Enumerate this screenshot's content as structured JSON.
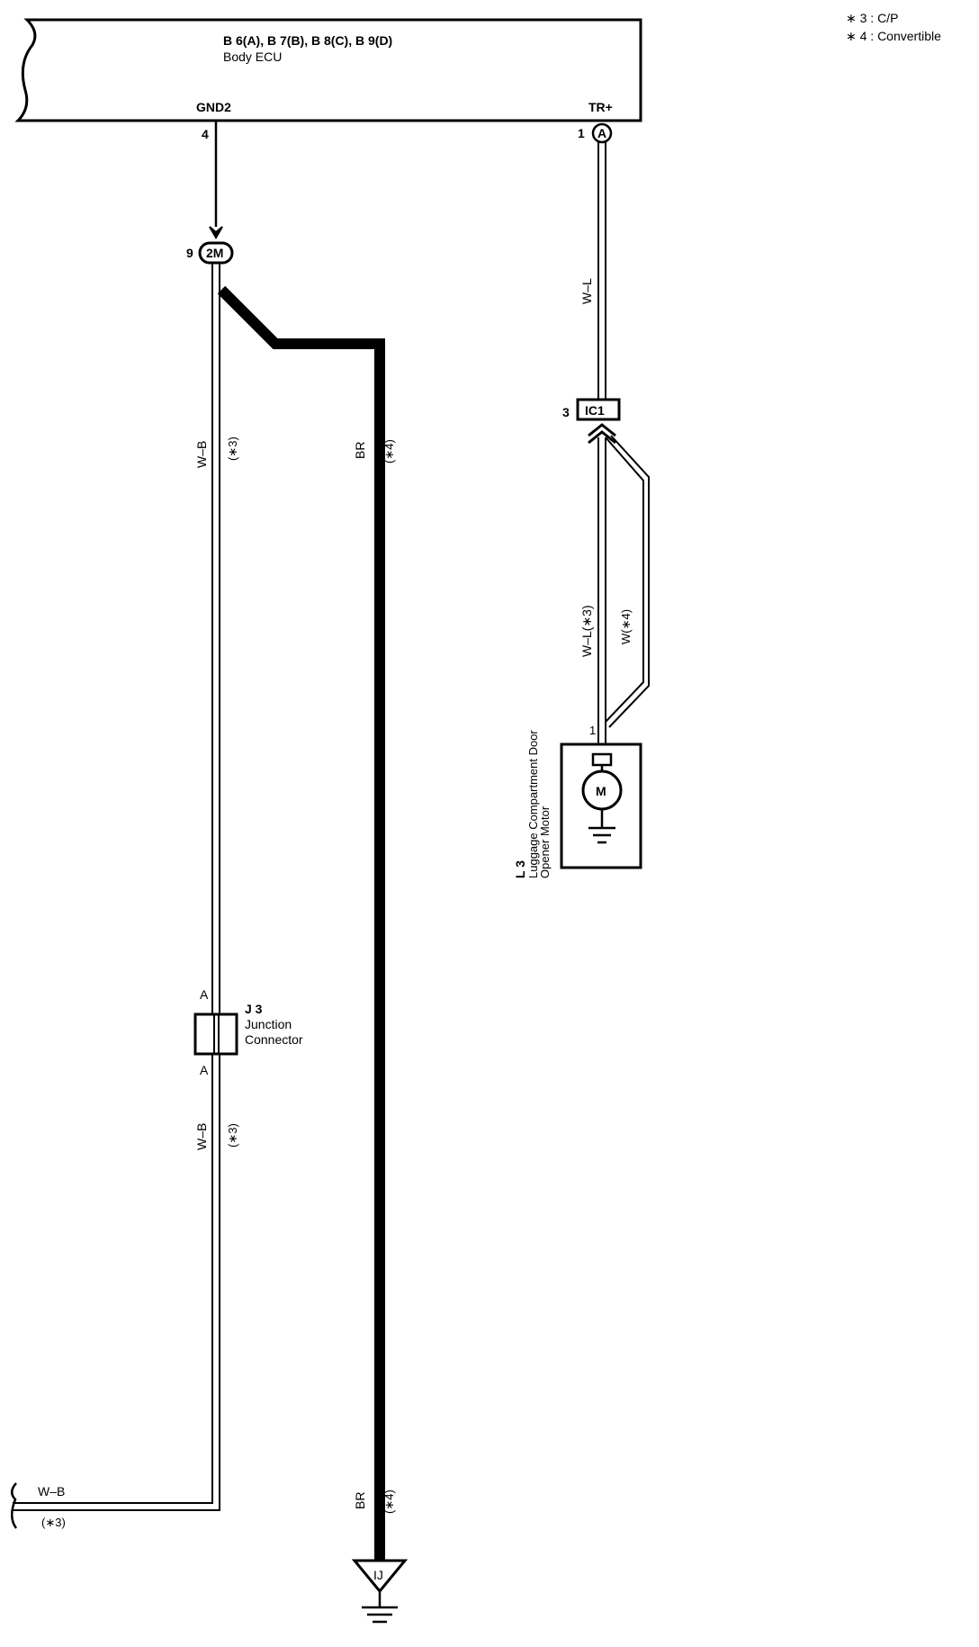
{
  "legend": {
    "note3": "∗ 3 : C/P",
    "note4": "∗ 4 : Convertible"
  },
  "ecu": {
    "connectors": "B 6(A), B 7(B), B 8(C), B 9(D)",
    "name": "Body ECU",
    "pin_gnd2_label": "GND2",
    "pin_gnd2_num": "4",
    "pin_tr_label": "TR+",
    "pin_tr_num": "1",
    "pin_tr_conn": "A"
  },
  "connector_2m": {
    "pin": "9",
    "id": "2M"
  },
  "connector_ic1": {
    "pin": "3",
    "id": "IC1"
  },
  "wires": {
    "wb_top": "W–B",
    "wb_top_note": "(∗3)",
    "br_top": "BR",
    "br_top_note": "(∗4)",
    "wl_top": "W–L",
    "wl_lower": "W–L(∗3)",
    "w_lower": "W(∗4)",
    "wb_mid": "W–B",
    "wb_mid_note": "(∗3)",
    "wb_left": "W–B",
    "wb_left_note": "(∗3)",
    "br_bottom": "BR",
    "br_bottom_note": "(∗4)"
  },
  "motor": {
    "id": "L 3",
    "name_line1": "Luggage Compartment Door",
    "name_line2": "Opener Motor",
    "pin": "1",
    "symbol": "M"
  },
  "junction": {
    "id": "J 3",
    "name_line1": "Junction",
    "name_line2": "Connector",
    "pin_top": "A",
    "pin_bottom": "A"
  },
  "ground": {
    "id": "IJ"
  }
}
